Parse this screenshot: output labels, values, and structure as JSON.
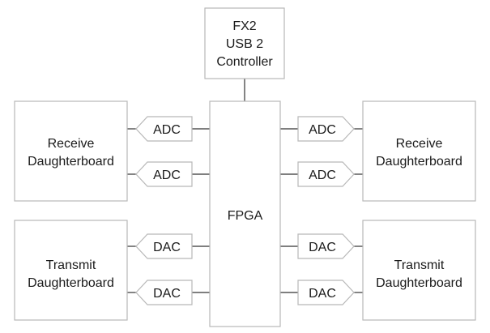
{
  "usb_controller": {
    "lines": [
      "FX2",
      "USB 2",
      "Controller"
    ]
  },
  "fpga": {
    "label": "FPGA"
  },
  "daughterboards": {
    "receive_left": {
      "lines": [
        "Receive",
        "Daughterboard"
      ]
    },
    "receive_right": {
      "lines": [
        "Receive",
        "Daughterboard"
      ]
    },
    "transmit_left": {
      "lines": [
        "Transmit",
        "Daughterboard"
      ]
    },
    "transmit_right": {
      "lines": [
        "Transmit",
        "Daughterboard"
      ]
    }
  },
  "converters": {
    "adc_left_1": "ADC",
    "adc_left_2": "ADC",
    "adc_right_1": "ADC",
    "adc_right_2": "ADC",
    "dac_left_1": "DAC",
    "dac_left_2": "DAC",
    "dac_right_1": "DAC",
    "dac_right_2": "DAC"
  }
}
